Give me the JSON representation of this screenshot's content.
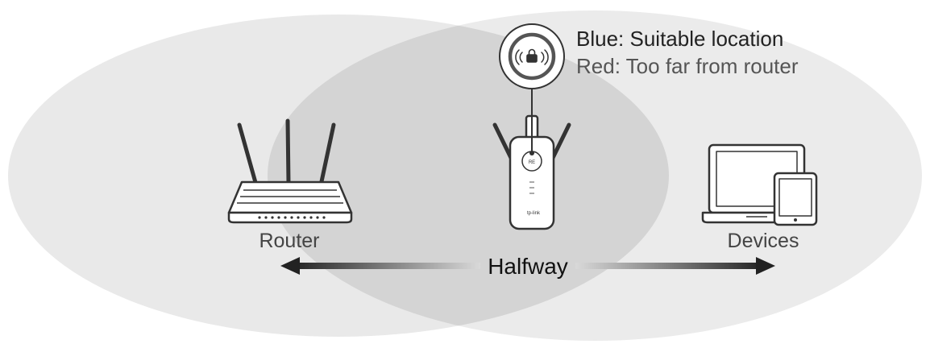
{
  "legend": {
    "blue_text": "Blue: Suitable location",
    "red_text": "Red: Too far from router"
  },
  "devices": {
    "router_label": "Router",
    "devices_label": "Devices"
  },
  "distance": {
    "label": "Halfway"
  },
  "extender": {
    "button_text": "RE",
    "brand_text": "tp-link"
  },
  "colors": {
    "coverage_left": "#e9e9e9",
    "coverage_right": "#ebebeb",
    "overlap": "#d4d4d4",
    "arrow": "#222222"
  }
}
